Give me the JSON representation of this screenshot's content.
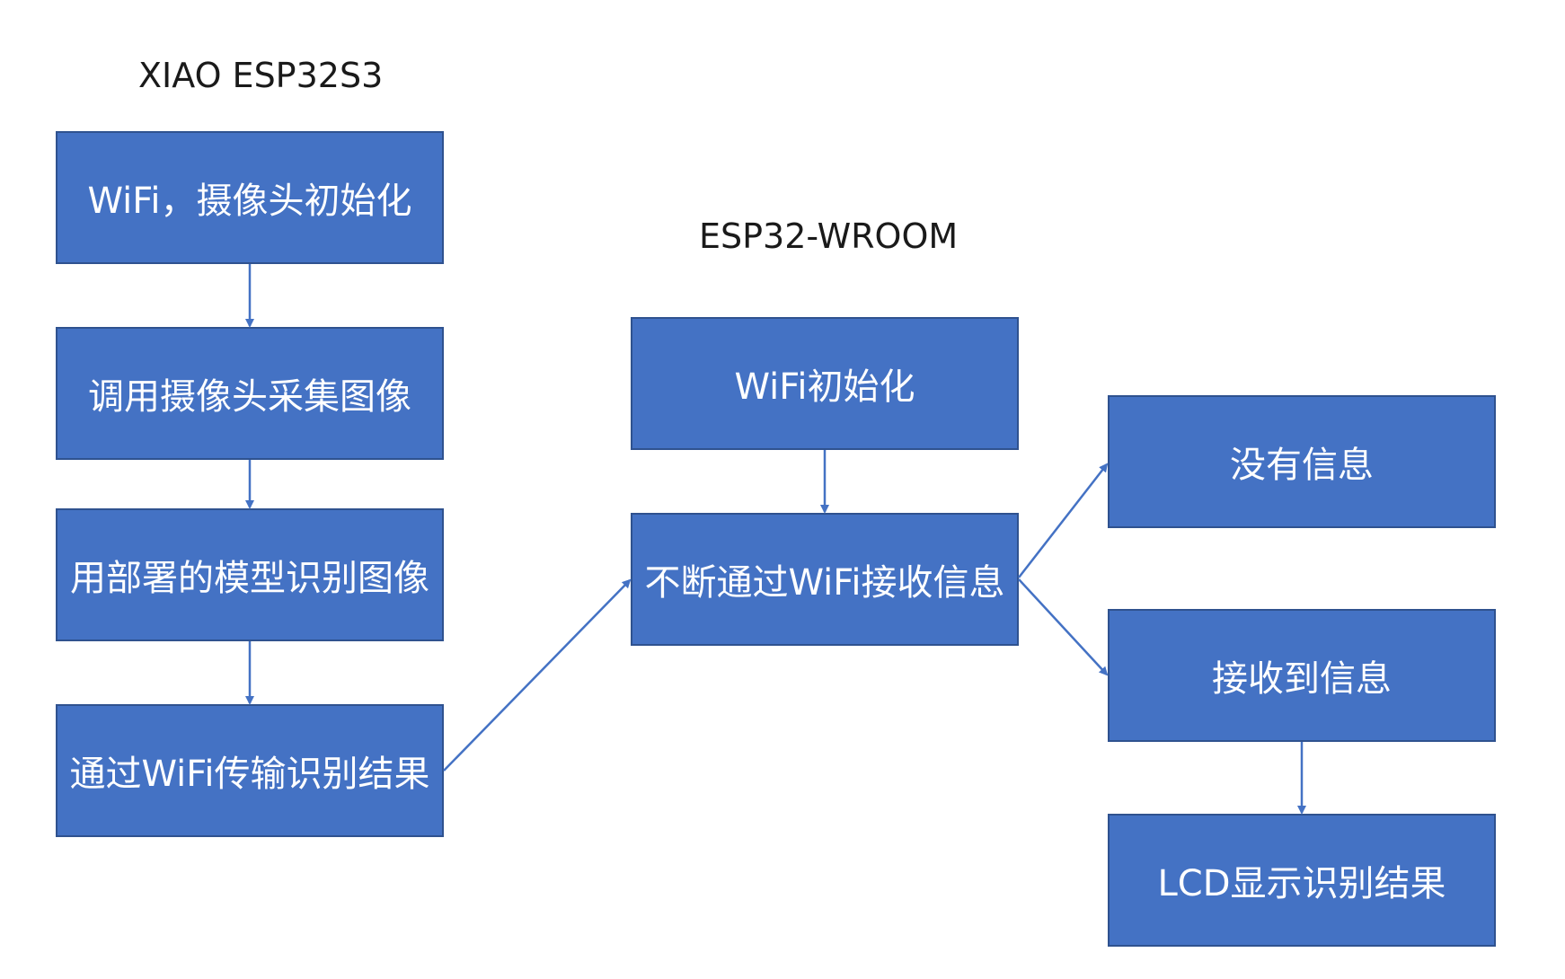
{
  "left_section": {
    "heading": "XIAO ESP32S3",
    "steps": [
      "WiFi，摄像头初始化",
      "调用摄像头采集图像",
      "用部署的模型识别图像",
      "通过WiFi传输识别结果"
    ]
  },
  "right_section": {
    "heading": "ESP32-WROOM",
    "init": "WiFi初始化",
    "receive_loop": "不断通过WiFi接收信息",
    "no_info": "没有信息",
    "info_received": "接收到信息",
    "lcd_display": "LCD显示识别结果"
  },
  "colors": {
    "box_fill": "#4472c4",
    "box_border": "#2f528f",
    "arrow": "#4472c4",
    "box_text": "#ffffff",
    "heading_text": "#1a1a1a"
  }
}
